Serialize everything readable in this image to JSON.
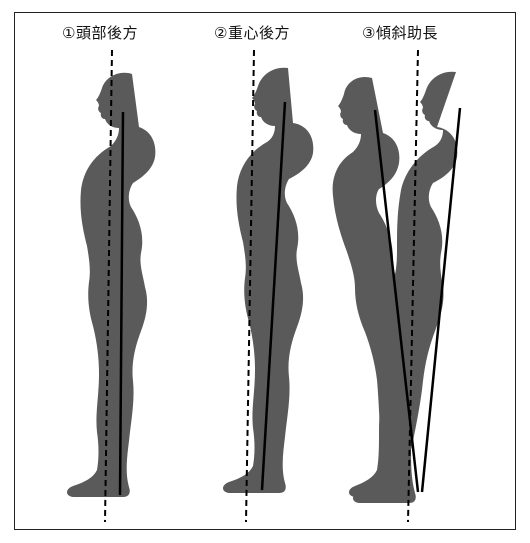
{
  "panels": [
    {
      "label": "①頭部後方"
    },
    {
      "label": "②重心後方"
    },
    {
      "label": "③傾斜助長"
    }
  ],
  "colors": {
    "silhouette": "#5a5a5a",
    "line": "#000000",
    "background": "#ffffff"
  }
}
